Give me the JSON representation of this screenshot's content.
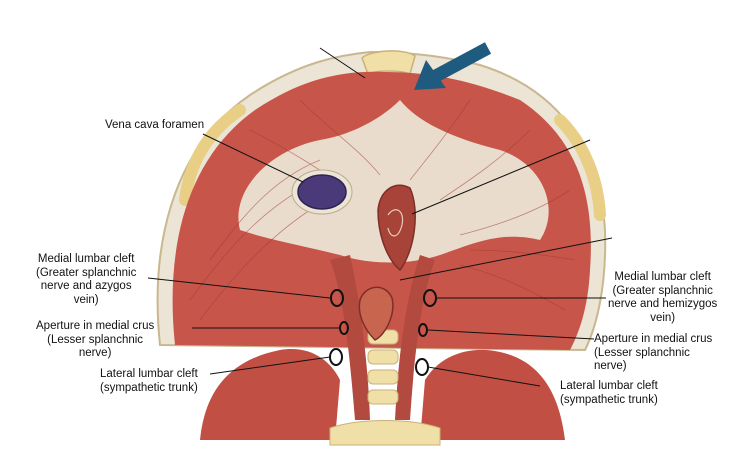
{
  "colors": {
    "muscle": "#c8554a",
    "muscle_dark": "#9e3a32",
    "tendon": "#ece4d4",
    "bone": "#f0dfa6",
    "vein": "#4b3a7a",
    "arrow": "#1f5b7e",
    "outline": "#111111"
  },
  "labels": {
    "vena_cava": "Vena cava foramen",
    "left_medial_cleft": [
      "Medial lumbar cleft",
      "(Greater splanchnic",
      "nerve and azygos",
      "vein)"
    ],
    "left_aperture": [
      "Aperture in medial crus",
      "(Lesser splanchnic",
      "nerve)"
    ],
    "left_lateral_cleft": [
      "Lateral lumbar cleft",
      "(sympathetic trunk)"
    ],
    "right_medial_cleft": [
      "Medial lumbar cleft",
      "(Greater splanchnic",
      "nerve and hemizygos",
      "vein)"
    ],
    "right_aperture": [
      "Aperture in medial crus",
      "(Lesser splanchnic",
      "nerve)"
    ],
    "right_lateral_cleft": [
      "Lateral lumbar cleft",
      "(sympathetic trunk)"
    ]
  },
  "icons": {
    "pointer_arrow": "arrow-icon"
  }
}
